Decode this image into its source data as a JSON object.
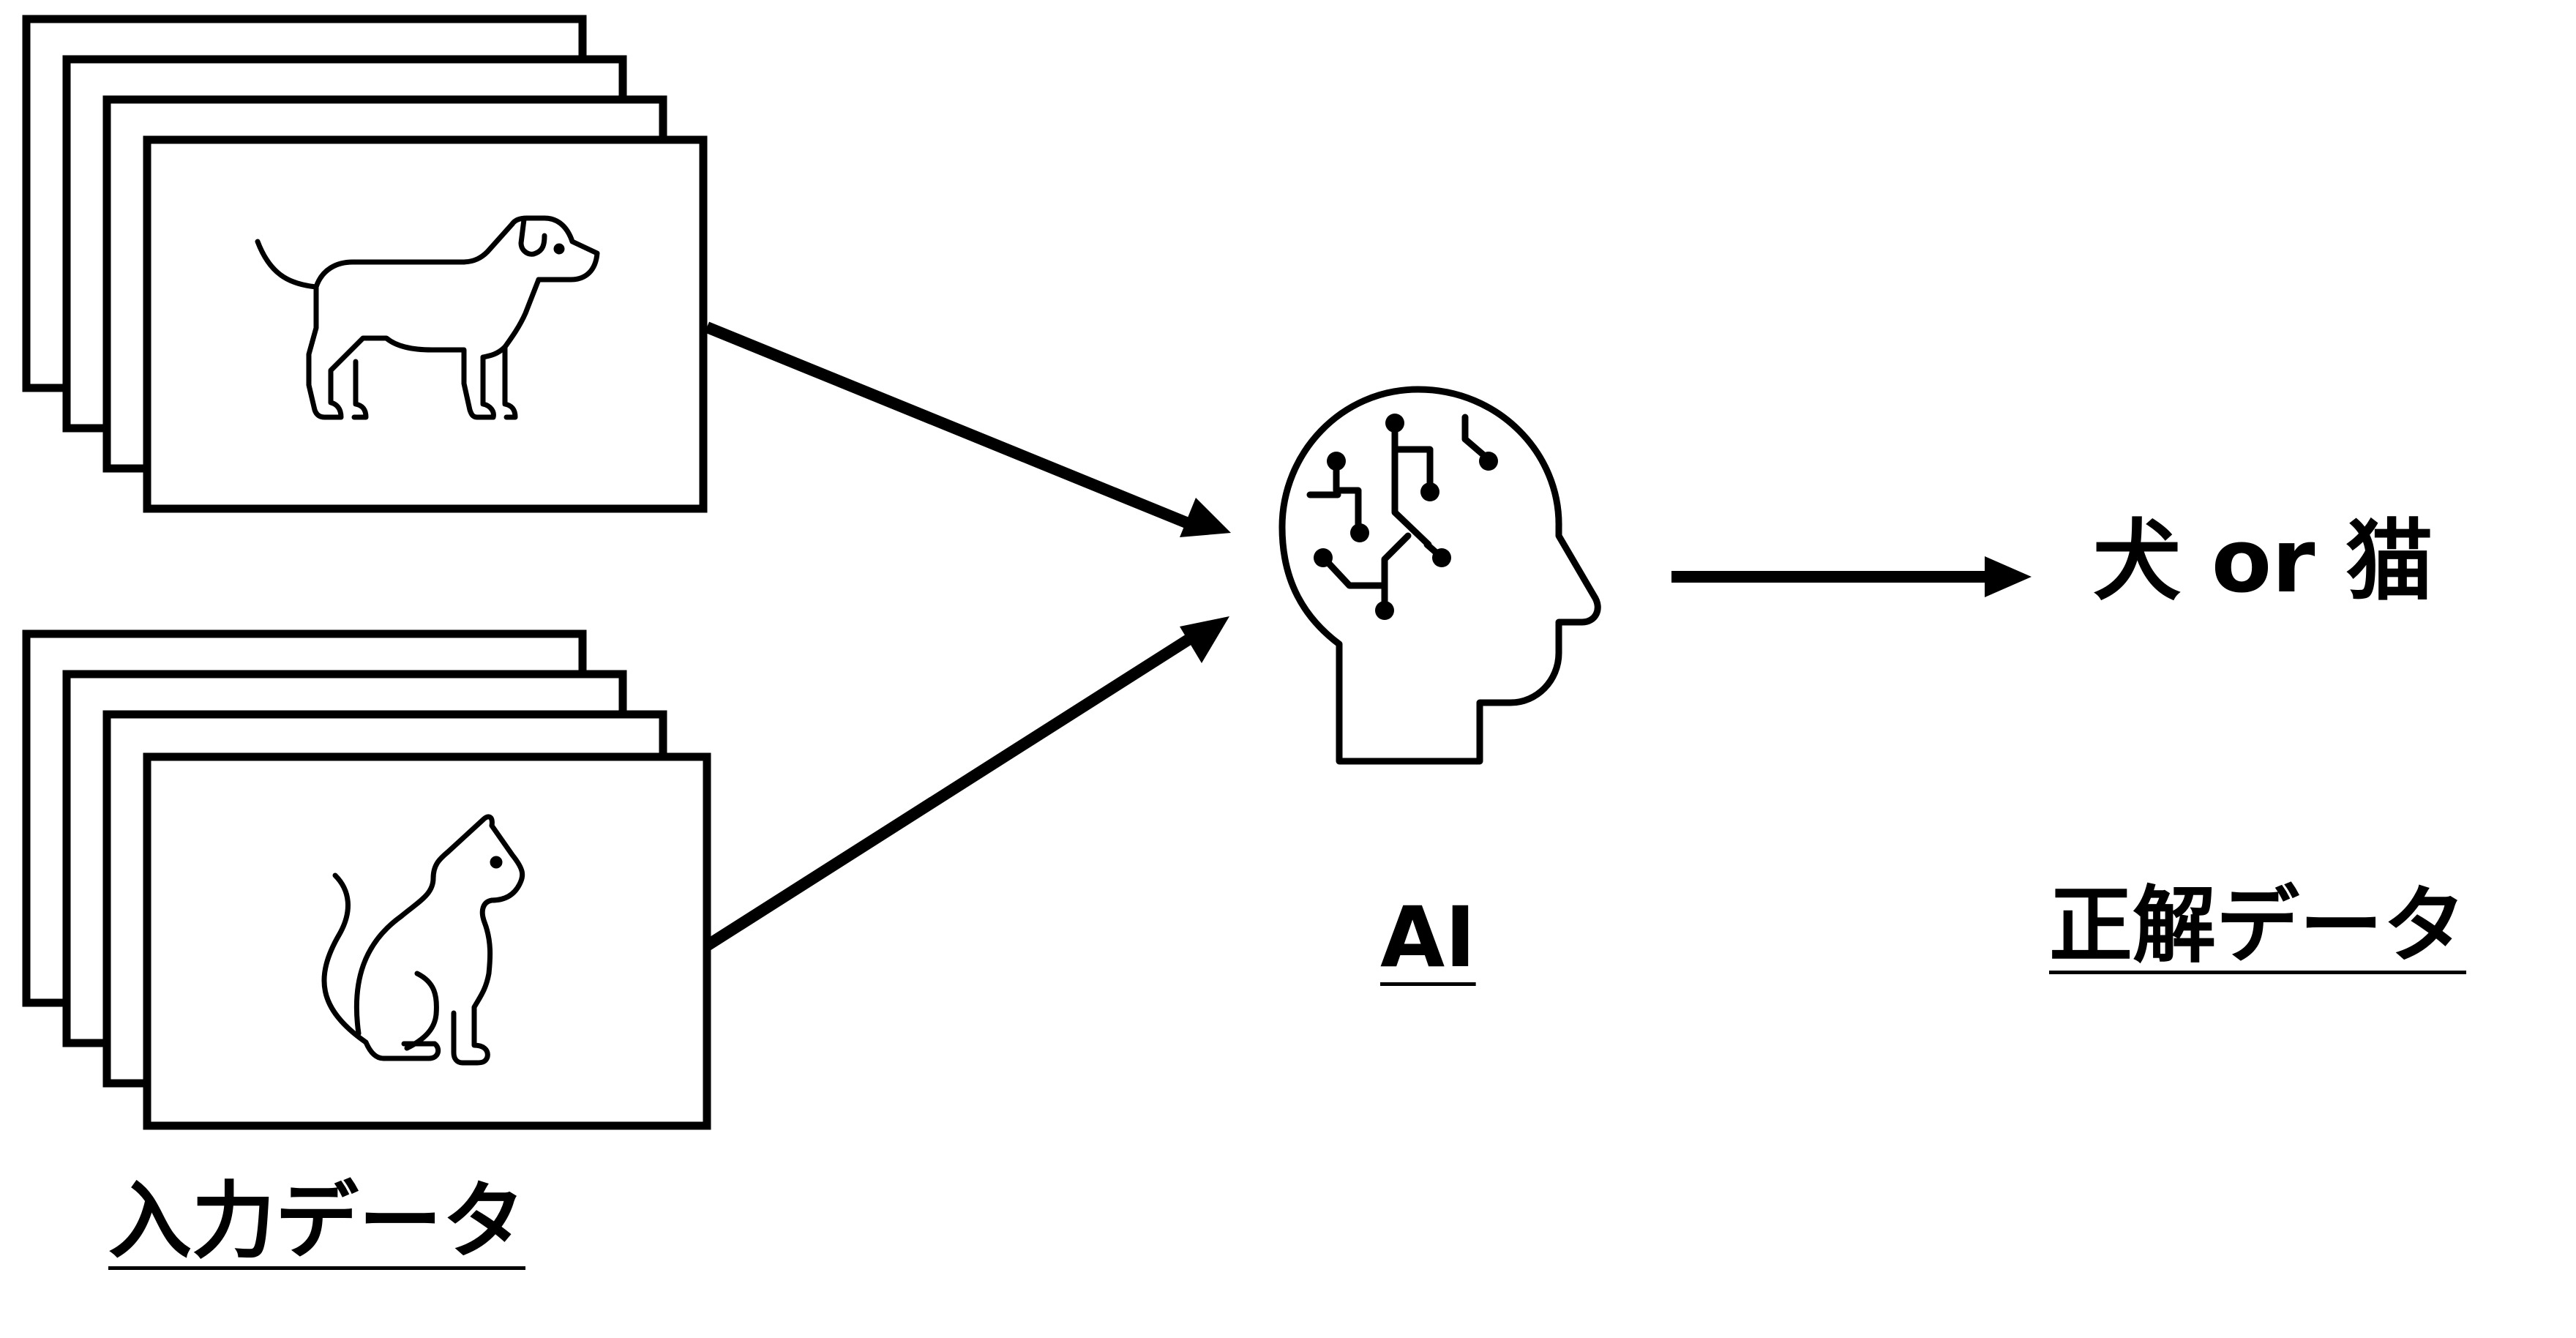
{
  "labels": {
    "input_data": "入力データ",
    "ai": "AI",
    "ground_truth": "正解データ",
    "output": "犬 or 猫"
  },
  "icons": {
    "dog_stack": "dog-icon",
    "cat_stack": "cat-icon",
    "ai_head": "ai-head-icon"
  },
  "colors": {
    "stroke": "#000000",
    "background": "#ffffff"
  }
}
